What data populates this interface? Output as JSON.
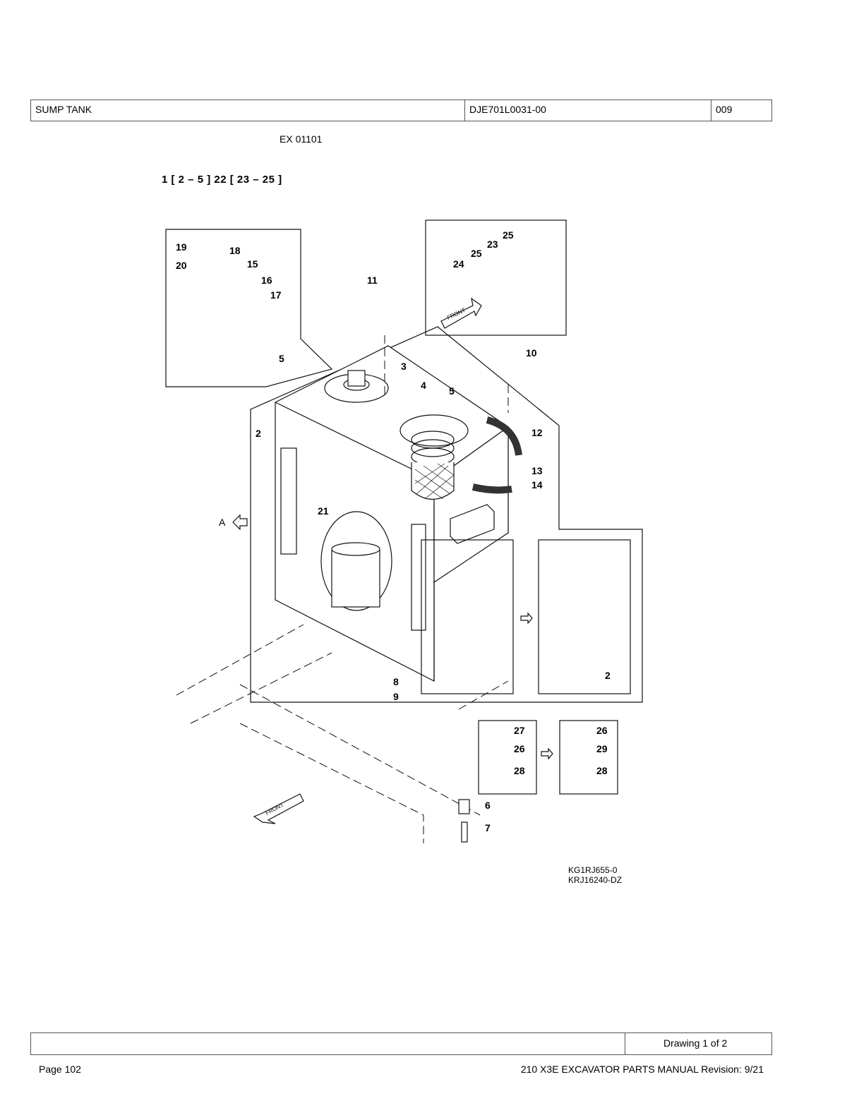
{
  "header": {
    "title": "SUMP TANK",
    "part_number": "DJE701L0031-00",
    "group": "009"
  },
  "model_code": "EX 01101",
  "assembly_note": "1 [ 2 – 5 ]   22 [ 23 – 25 ]",
  "figure": {
    "callouts": [
      "19",
      "18",
      "20",
      "15",
      "16",
      "17",
      "5",
      "11",
      "3",
      "2",
      "4",
      "5",
      "12",
      "13",
      "14",
      "21",
      "10",
      "25",
      "23",
      "25",
      "24",
      "8",
      "9",
      "27",
      "26",
      "28",
      "26",
      "29",
      "28",
      "6",
      "7",
      "2"
    ],
    "view_label": "A",
    "front_label": "FRONT",
    "figure_ids": [
      "KG1RJ655-0",
      "KRJ16240-DZ"
    ]
  },
  "footer": {
    "drawing_label": "Drawing 1 of 2",
    "page": "Page 102",
    "manual_title": "210 X3E EXCAVATOR PARTS MANUAL Revision: 9/21"
  }
}
